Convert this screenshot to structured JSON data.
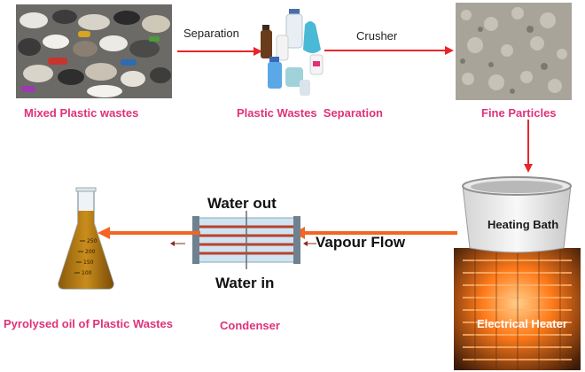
{
  "stages": {
    "mixed": "Mixed Plastic wastes",
    "separation": "Plastic Wastes  Separation",
    "fine": "Fine Particles",
    "oil": "Pyrolysed oil of Plastic Wastes",
    "condenser": "Condenser"
  },
  "arrows": {
    "separation": "Separation",
    "crusher": "Crusher",
    "vapour": "Vapour Flow"
  },
  "condenser_unit": {
    "water_out": "Water out",
    "water_in": "Water in"
  },
  "equipment": {
    "heating_bath": "Heating Bath",
    "electrical_heater": "Electrical Heater"
  },
  "flask": {
    "marks": [
      "250",
      "200",
      "150",
      "100"
    ]
  },
  "colors": {
    "label": "#e0317a",
    "arrow_red": "#e8262a",
    "arrow_orange": "#f26522",
    "heater_orange": "#ff7a1a"
  }
}
